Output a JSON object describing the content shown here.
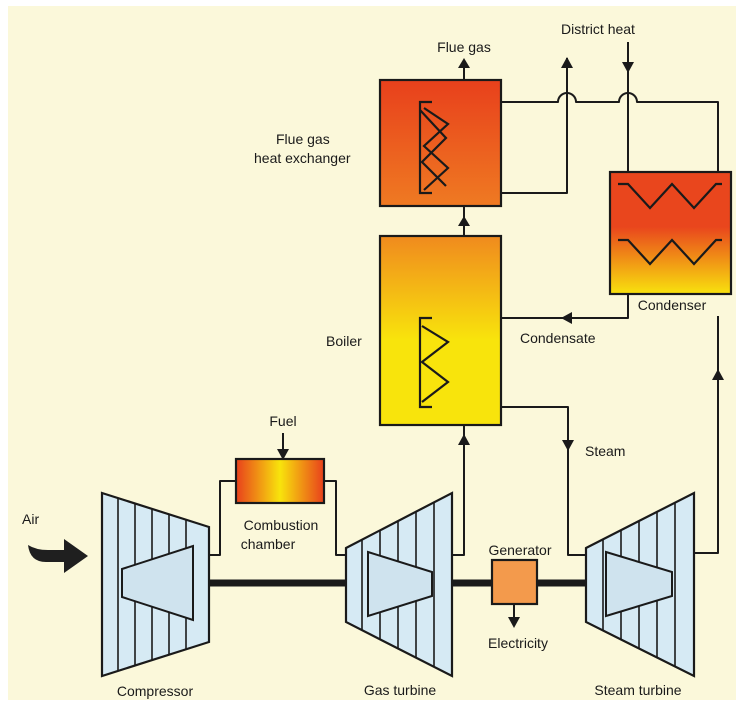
{
  "labels": {
    "flue_gas": "Flue gas",
    "district_heat": "District heat",
    "flue_gas_heat_exchanger_line1": "Flue gas",
    "flue_gas_heat_exchanger_line2": "heat exchanger",
    "condenser": "Condenser",
    "condensate": "Condensate",
    "boiler": "Boiler",
    "fuel": "Fuel",
    "steam": "Steam",
    "air": "Air",
    "combustion_chamber_line1": "Combustion",
    "combustion_chamber_line2": "chamber",
    "generator": "Generator",
    "electricity": "Electricity",
    "compressor": "Compressor",
    "gas_turbine": "Gas turbine",
    "steam_turbine": "Steam turbine"
  },
  "colors": {
    "background": "#fbf8da",
    "turbine_body": "#d6eaf4",
    "exchanger_top": "#e8401c",
    "exchanger_bottom": "#ef7a22",
    "boiler_top": "#f08a1e",
    "boiler_bottom": "#f8e40c",
    "condenser_top": "#e9461d",
    "condenser_bottom": "#f8e20e",
    "generator": "#f39a4c",
    "air_arrow": "#1f1f1f"
  }
}
